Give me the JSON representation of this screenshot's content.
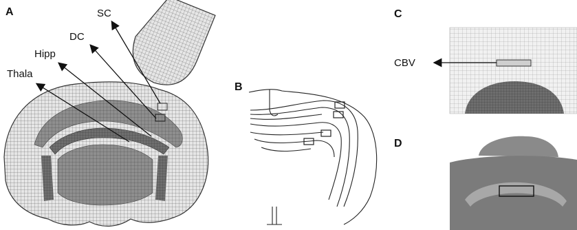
{
  "panels": {
    "a": {
      "letter": "A",
      "regions": {
        "sc": "SC",
        "dc": "DC",
        "hipp": "Hipp",
        "thala": "Thala"
      }
    },
    "b": {
      "letter": "B"
    },
    "c": {
      "letter": "C",
      "region": "CBV"
    },
    "d": {
      "letter": "D"
    }
  },
  "colors": {
    "mesh_light": "#e2e2e2",
    "mesh_mid": "#8a8a8a",
    "mesh_dark": "#6a6a6a",
    "arrow": "#111111",
    "outline": "#222222",
    "histology": "#7b7b7b"
  }
}
